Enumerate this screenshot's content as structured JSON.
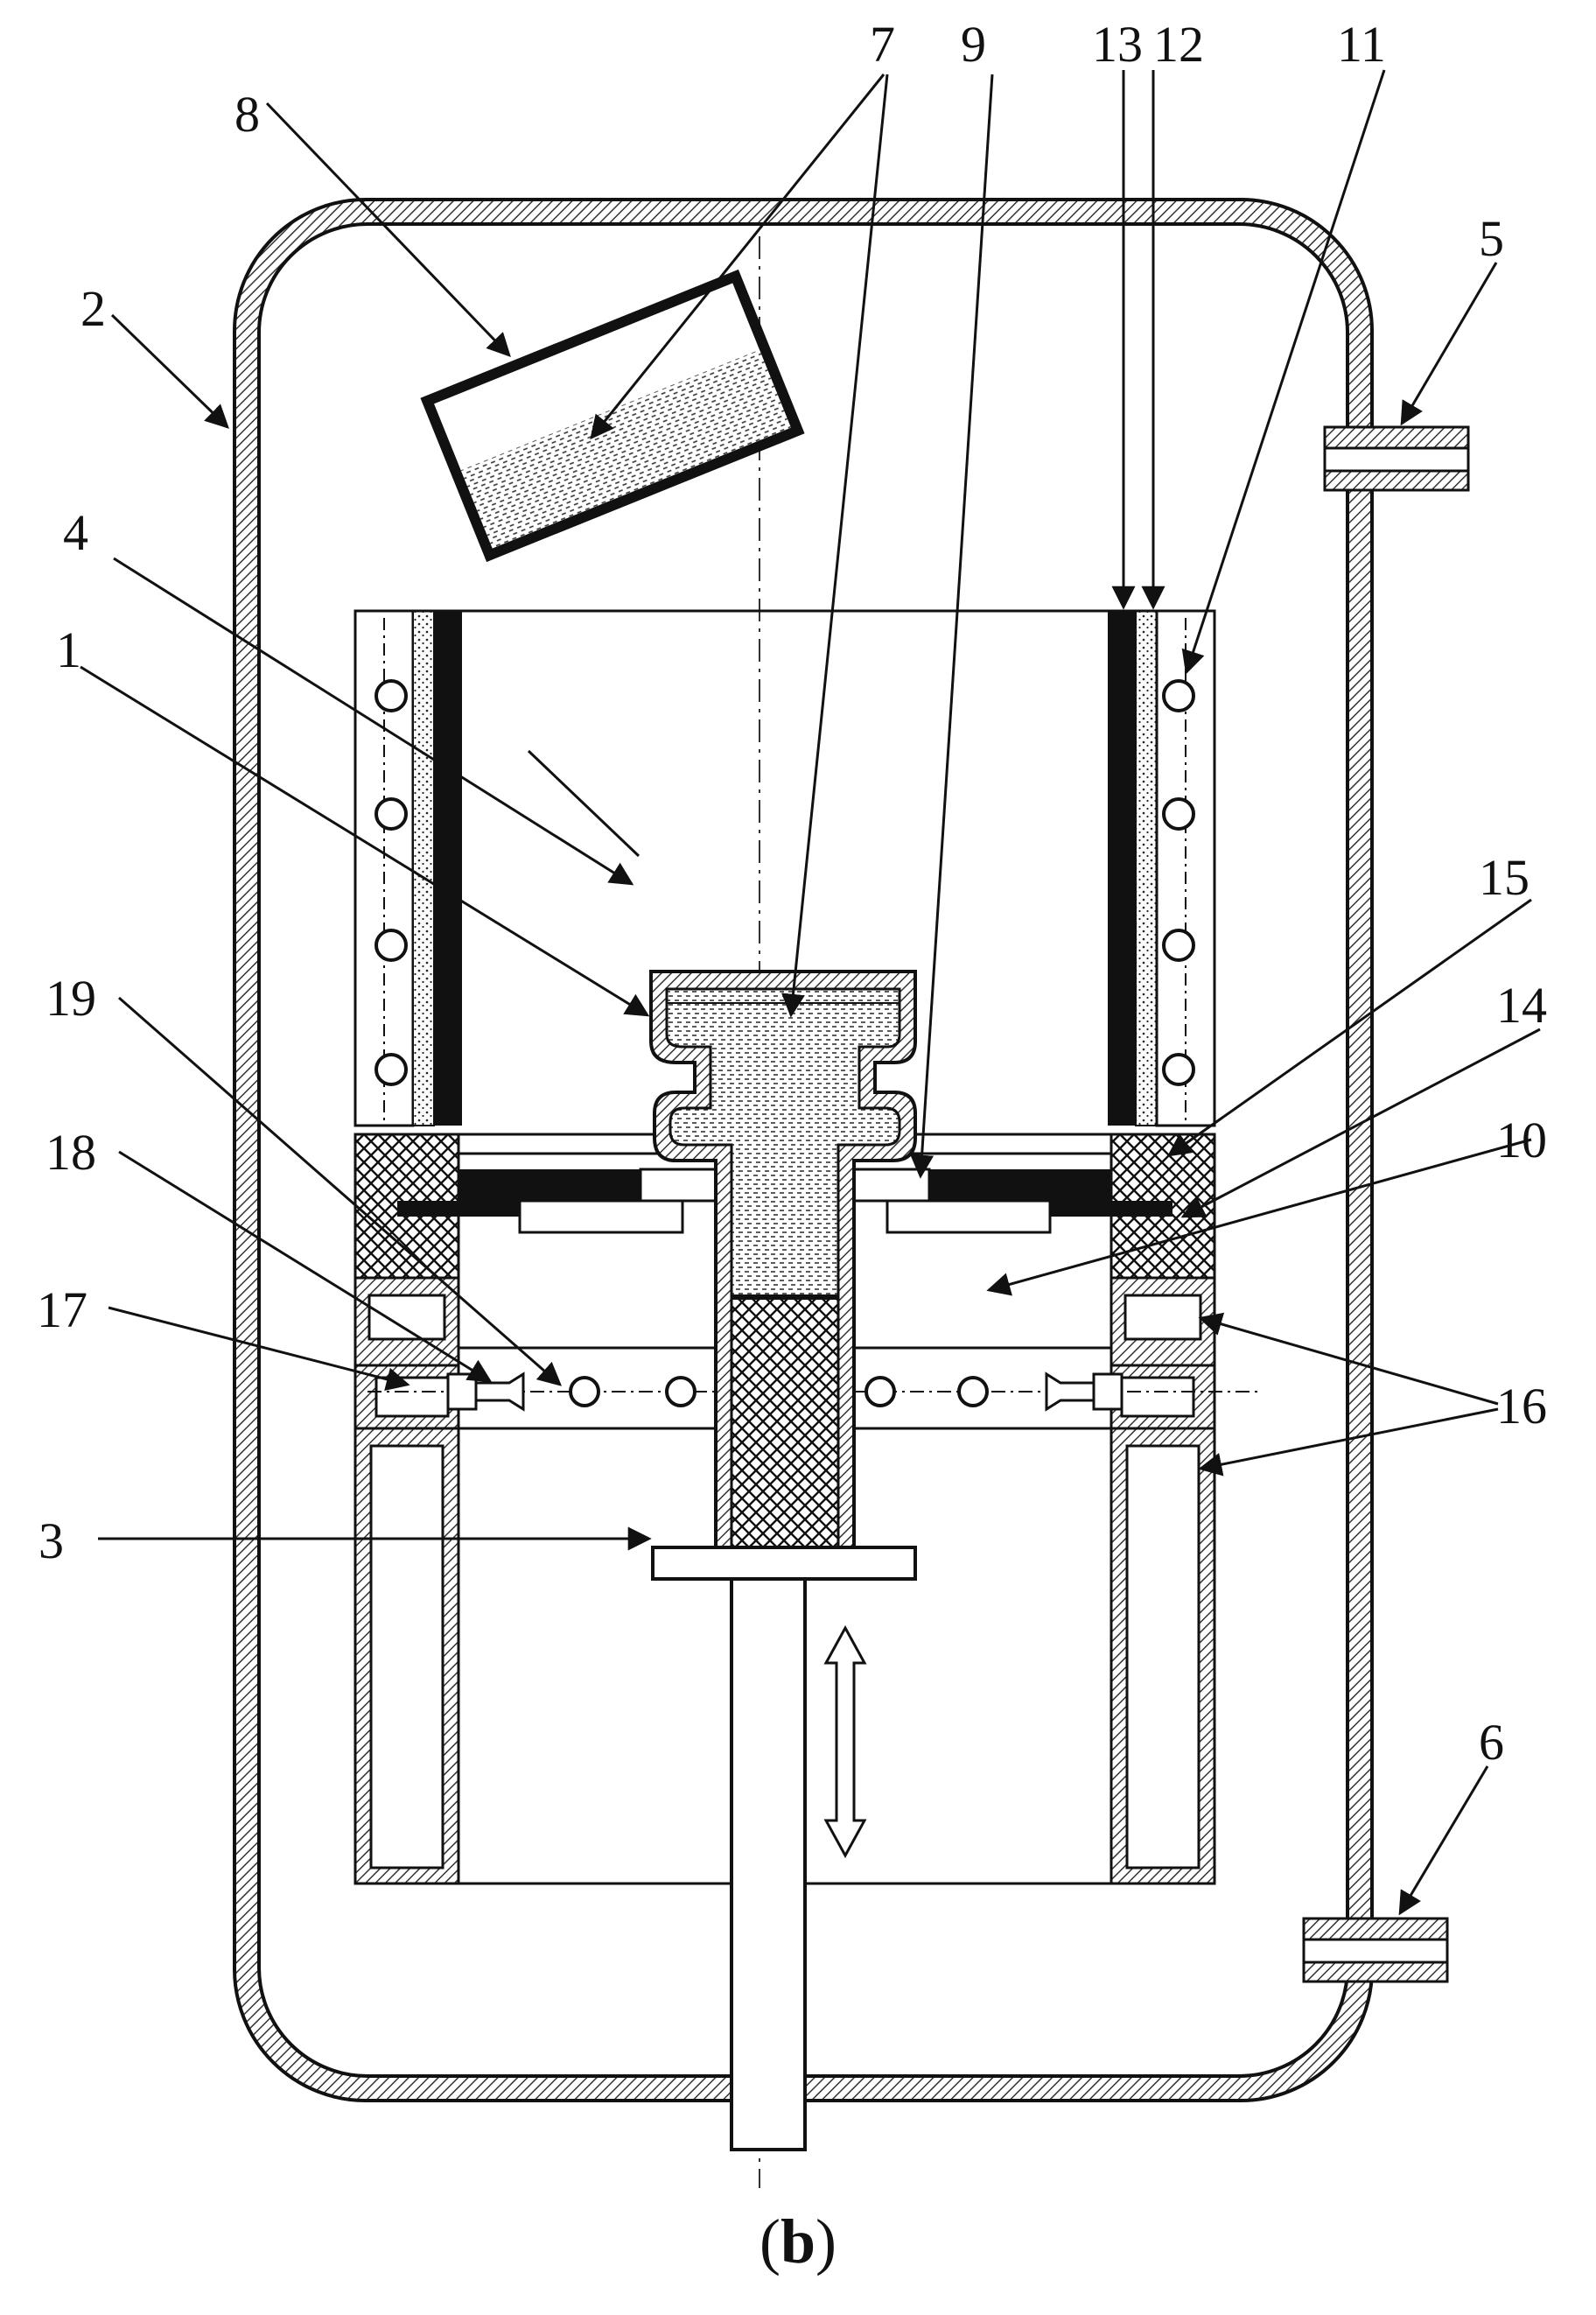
{
  "figure": {
    "caption_open": "(",
    "caption_letter": "b",
    "caption_close": ")"
  },
  "labels": {
    "l1": "1",
    "l2": "2",
    "l3": "3",
    "l4": "4",
    "l5": "5",
    "l6": "6",
    "l7": "7",
    "l8": "8",
    "l9": "9",
    "l10": "10",
    "l11": "11",
    "l12": "12",
    "l13": "13",
    "l14": "14",
    "l15": "15",
    "l16": "16",
    "l17": "17",
    "l18": "18",
    "l19": "19"
  },
  "colors": {
    "line": "#111111",
    "hatch": "#555555",
    "fill_light": "#e6e6e6",
    "background": "#ffffff"
  }
}
